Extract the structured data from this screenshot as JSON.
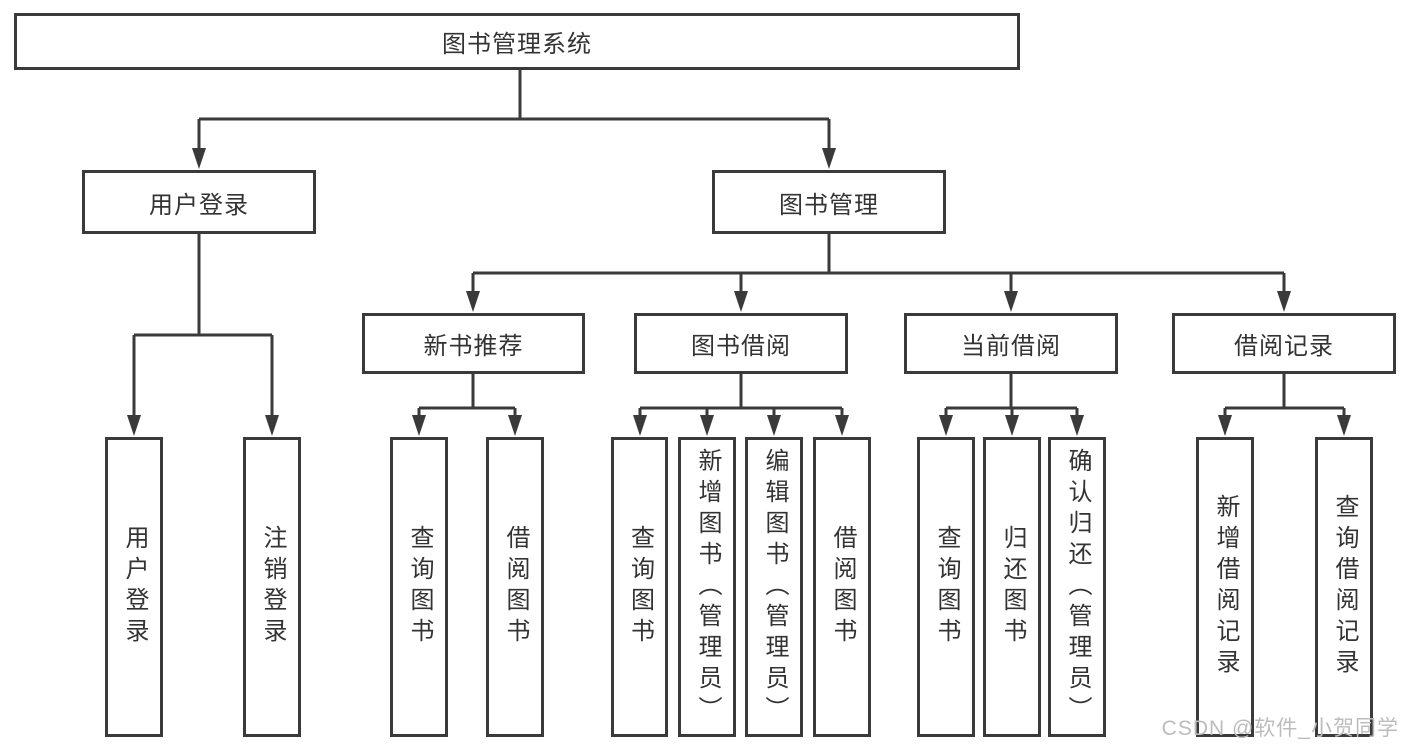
{
  "page": {
    "background": "#ffffff"
  },
  "colors": {
    "line": "#3a3a3a",
    "box_border": "#3a3a3a",
    "text": "#333333",
    "watermark": "#bcbcbc"
  },
  "watermark": "CSDN @软件_小贺同学",
  "tree": {
    "label": "图书管理系统",
    "children": [
      {
        "label": "用户登录",
        "children": [
          {
            "label": "用户登录"
          },
          {
            "label": "注销登录"
          }
        ]
      },
      {
        "label": "图书管理",
        "children": [
          {
            "label": "新书推荐",
            "children": [
              {
                "label": "查询图书"
              },
              {
                "label": "借阅图书"
              }
            ]
          },
          {
            "label": "图书借阅",
            "children": [
              {
                "label": "查询图书"
              },
              {
                "label": "新增图书（管理员）"
              },
              {
                "label": "编辑图书（管理员）"
              },
              {
                "label": "借阅图书"
              }
            ]
          },
          {
            "label": "当前借阅",
            "children": [
              {
                "label": "查询图书"
              },
              {
                "label": "归还图书"
              },
              {
                "label": "确认归还（管理员）"
              }
            ]
          },
          {
            "label": "借阅记录",
            "children": [
              {
                "label": "新增借阅记录"
              },
              {
                "label": "查询借阅记录"
              }
            ]
          }
        ]
      }
    ]
  }
}
